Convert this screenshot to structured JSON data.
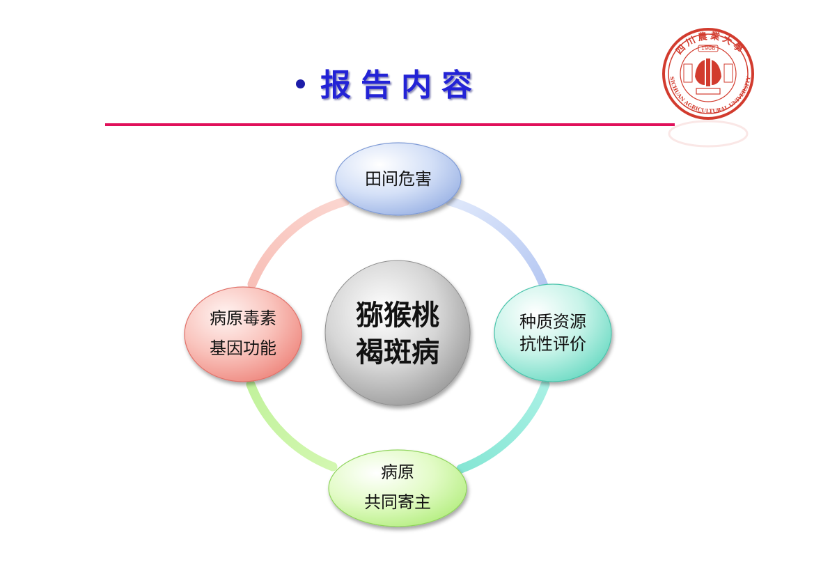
{
  "title": {
    "text": "报告内容"
  },
  "logo": {
    "name_cn": "四川農業大學",
    "year": "1906",
    "name_en": "SICHUAN AGRICULTURAL UNIVERSITY"
  },
  "diagram": {
    "center": {
      "line1": "猕猴桃",
      "line2": "褐斑病"
    },
    "nodes": {
      "top": {
        "line1": "田间危害"
      },
      "right": {
        "line1": "种质资源",
        "line2": "抗性评价"
      },
      "bottom": {
        "line1": "病原",
        "line2": "共同寄主"
      },
      "left": {
        "line1": "病原毒素",
        "line2": "基因功能"
      }
    },
    "colors": {
      "top": "#9cb4e8",
      "right": "#6fe0cc",
      "bottom": "#b9f08a",
      "left": "#f28f87",
      "center": "#a9a9a9"
    }
  }
}
